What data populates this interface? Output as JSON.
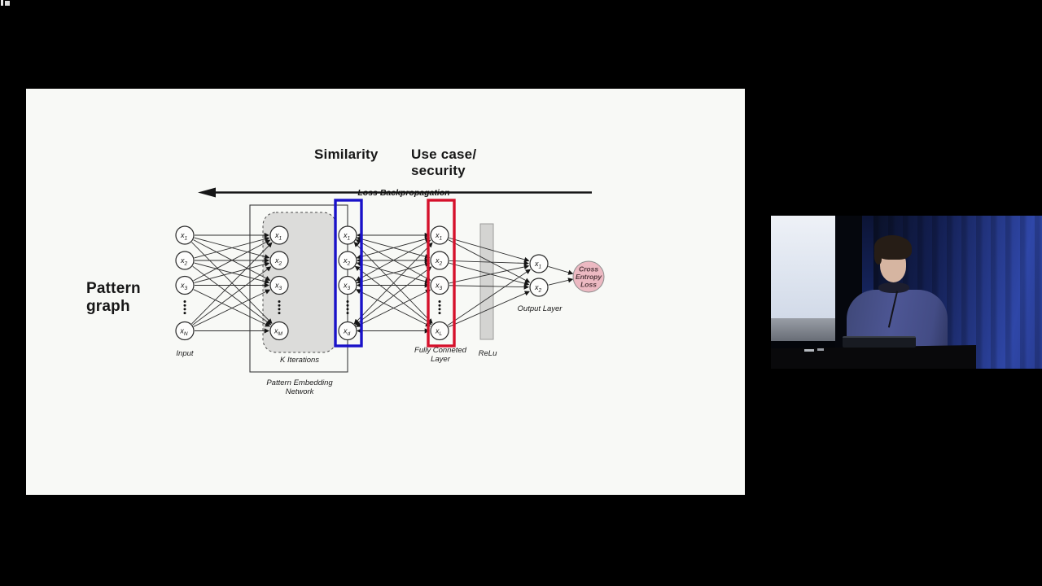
{
  "annotations": {
    "pattern_graph_line1": "Pattern",
    "pattern_graph_line2": "graph",
    "similarity": "Similarity",
    "use_case_line1": "Use case/",
    "use_case_line2": "security"
  },
  "figure": {
    "arrow_label": "Loss Backpropagation",
    "captions": {
      "input": "Input",
      "k_iterations": "K Iterations",
      "pen_line1": "Pattern Embedding",
      "pen_line2": "Network",
      "fc_line1": "Fully Conneted",
      "fc_line2": "Layer",
      "relu": "ReLu",
      "output": "Output Layer",
      "ce_line1": "Cross",
      "ce_line2": "Entropy",
      "ce_line3": "Loss"
    },
    "columns": [
      {
        "id": "input-layer",
        "nodes": [
          [
            "x",
            "1"
          ],
          [
            "x",
            "2"
          ],
          [
            "x",
            "3"
          ],
          [
            "x",
            "N"
          ]
        ]
      },
      {
        "id": "embedding-layer",
        "nodes": [
          [
            "x",
            "1"
          ],
          [
            "x",
            "2"
          ],
          [
            "x",
            "3"
          ],
          [
            "x",
            "M"
          ]
        ]
      },
      {
        "id": "similarity-layer",
        "nodes": [
          [
            "x",
            "1"
          ],
          [
            "x",
            "2"
          ],
          [
            "x",
            "3"
          ],
          [
            "x",
            "d"
          ]
        ]
      },
      {
        "id": "fc-layer",
        "nodes": [
          [
            "x",
            "1"
          ],
          [
            "x",
            "2"
          ],
          [
            "x",
            "3"
          ],
          [
            "x",
            "L"
          ]
        ]
      },
      {
        "id": "output-layer",
        "nodes": [
          [
            "x",
            "1"
          ],
          [
            "x",
            "2"
          ]
        ]
      }
    ],
    "colors": {
      "blue_box": "#1a12c9",
      "red_box": "#d5112b",
      "ce_fill": "#ecb9c2",
      "gray_fill": "#dcdcda",
      "relu_fill": "#d4d4d2",
      "line": "#2e2e2e"
    }
  },
  "video": {
    "colors": {
      "curtain_blue": "#2f47a8",
      "sweater_blue": "#4d5694",
      "screen_white": "#dde4ef",
      "podium_black": "#09090b"
    }
  }
}
